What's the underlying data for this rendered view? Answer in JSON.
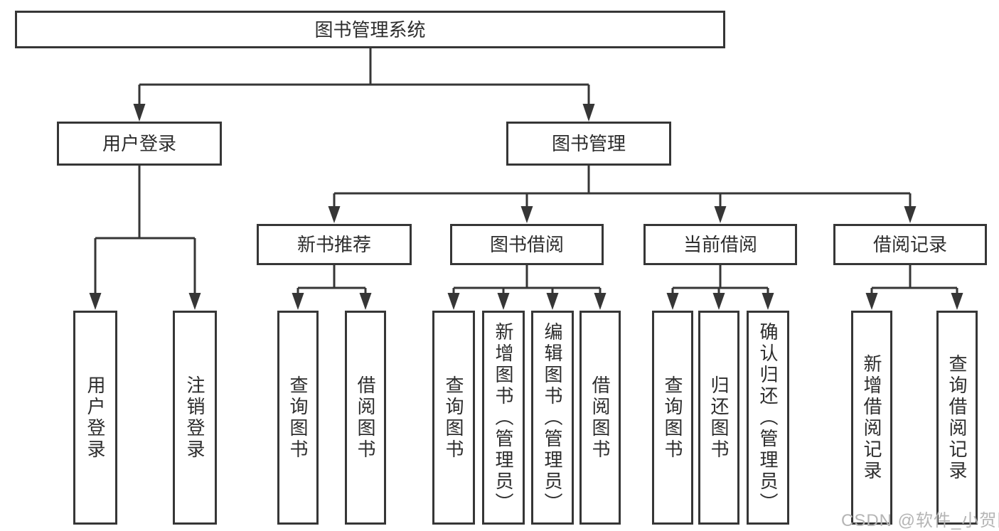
{
  "tree": {
    "label": "图书管理系统",
    "children": [
      {
        "label": "用户登录",
        "children": [
          {
            "label": "用户登录"
          },
          {
            "label": "注销登录"
          }
        ]
      },
      {
        "label": "图书管理",
        "children": [
          {
            "label": "新书推荐",
            "children": [
              {
                "label": "查询图书"
              },
              {
                "label": "借阅图书"
              }
            ]
          },
          {
            "label": "图书借阅",
            "children": [
              {
                "label": "查询图书"
              },
              {
                "label": "新增图书（管理员）"
              },
              {
                "label": "编辑图书（管理员）"
              },
              {
                "label": "借阅图书"
              }
            ]
          },
          {
            "label": "当前借阅",
            "children": [
              {
                "label": "查询图书"
              },
              {
                "label": "归还图书"
              },
              {
                "label": "确认归还（管理员）"
              }
            ]
          },
          {
            "label": "借阅记录",
            "children": [
              {
                "label": "新增借阅记录"
              },
              {
                "label": "查询借阅记录"
              }
            ]
          }
        ]
      }
    ]
  },
  "watermark": "CSDN @软件_小贺同学",
  "colors": {
    "line": "#363636",
    "text": "#2d2d2d",
    "watermark": "#b5b5b5",
    "background": "#ffffff"
  }
}
